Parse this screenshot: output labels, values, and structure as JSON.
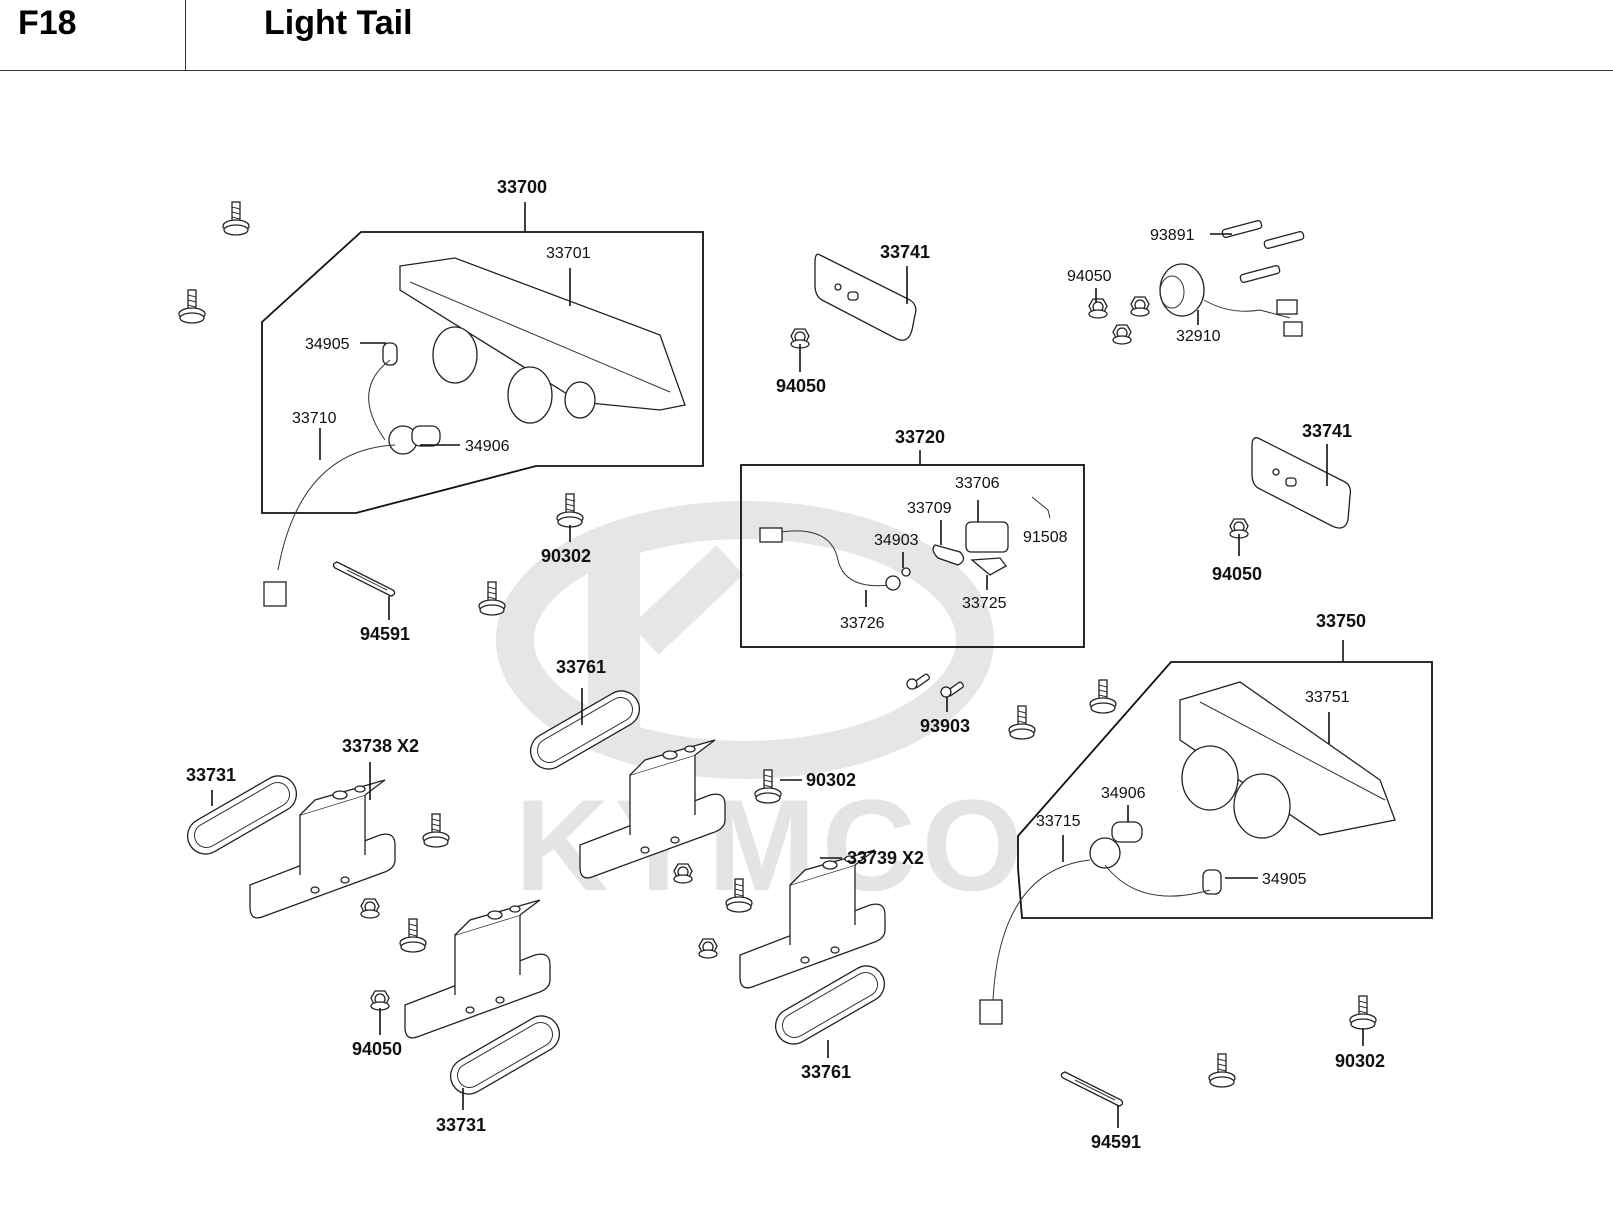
{
  "header": {
    "section_code": "F18",
    "title": "Light Tail"
  },
  "watermark": {
    "brand": "KYMCO"
  },
  "assemblies": [
    {
      "id": "33700",
      "label": "33700",
      "parts": [
        {
          "label": "33701"
        },
        {
          "label": "34905"
        },
        {
          "label": "33710"
        },
        {
          "label": "34906"
        }
      ]
    },
    {
      "id": "33720",
      "label": "33720",
      "parts": [
        {
          "label": "33706"
        },
        {
          "label": "33709"
        },
        {
          "label": "34903"
        },
        {
          "label": "91508"
        },
        {
          "label": "33725"
        },
        {
          "label": "33726"
        }
      ]
    },
    {
      "id": "33750",
      "label": "33750",
      "parts": [
        {
          "label": "33751"
        },
        {
          "label": "34906"
        },
        {
          "label": "33715"
        },
        {
          "label": "34905"
        }
      ]
    }
  ],
  "standalone_parts": {
    "p33741_top": "33741",
    "p94050_top": "94050",
    "p93891": "93891",
    "p94050_right": "94050",
    "p32910": "32910",
    "p33741_right": "33741",
    "p94050_mid": "94050",
    "p90302_top": "90302",
    "p94591_left": "94591",
    "p33761_top": "33761",
    "p93903": "93903",
    "p33738": "33738  X2",
    "p33731_left": "33731",
    "p90302_mid": "90302",
    "p33739": "33739  X2",
    "p94050_bottom": "94050",
    "p33731_bottom": "33731",
    "p33761_bottom": "33761",
    "p94591_right": "94591",
    "p90302_right": "90302"
  }
}
